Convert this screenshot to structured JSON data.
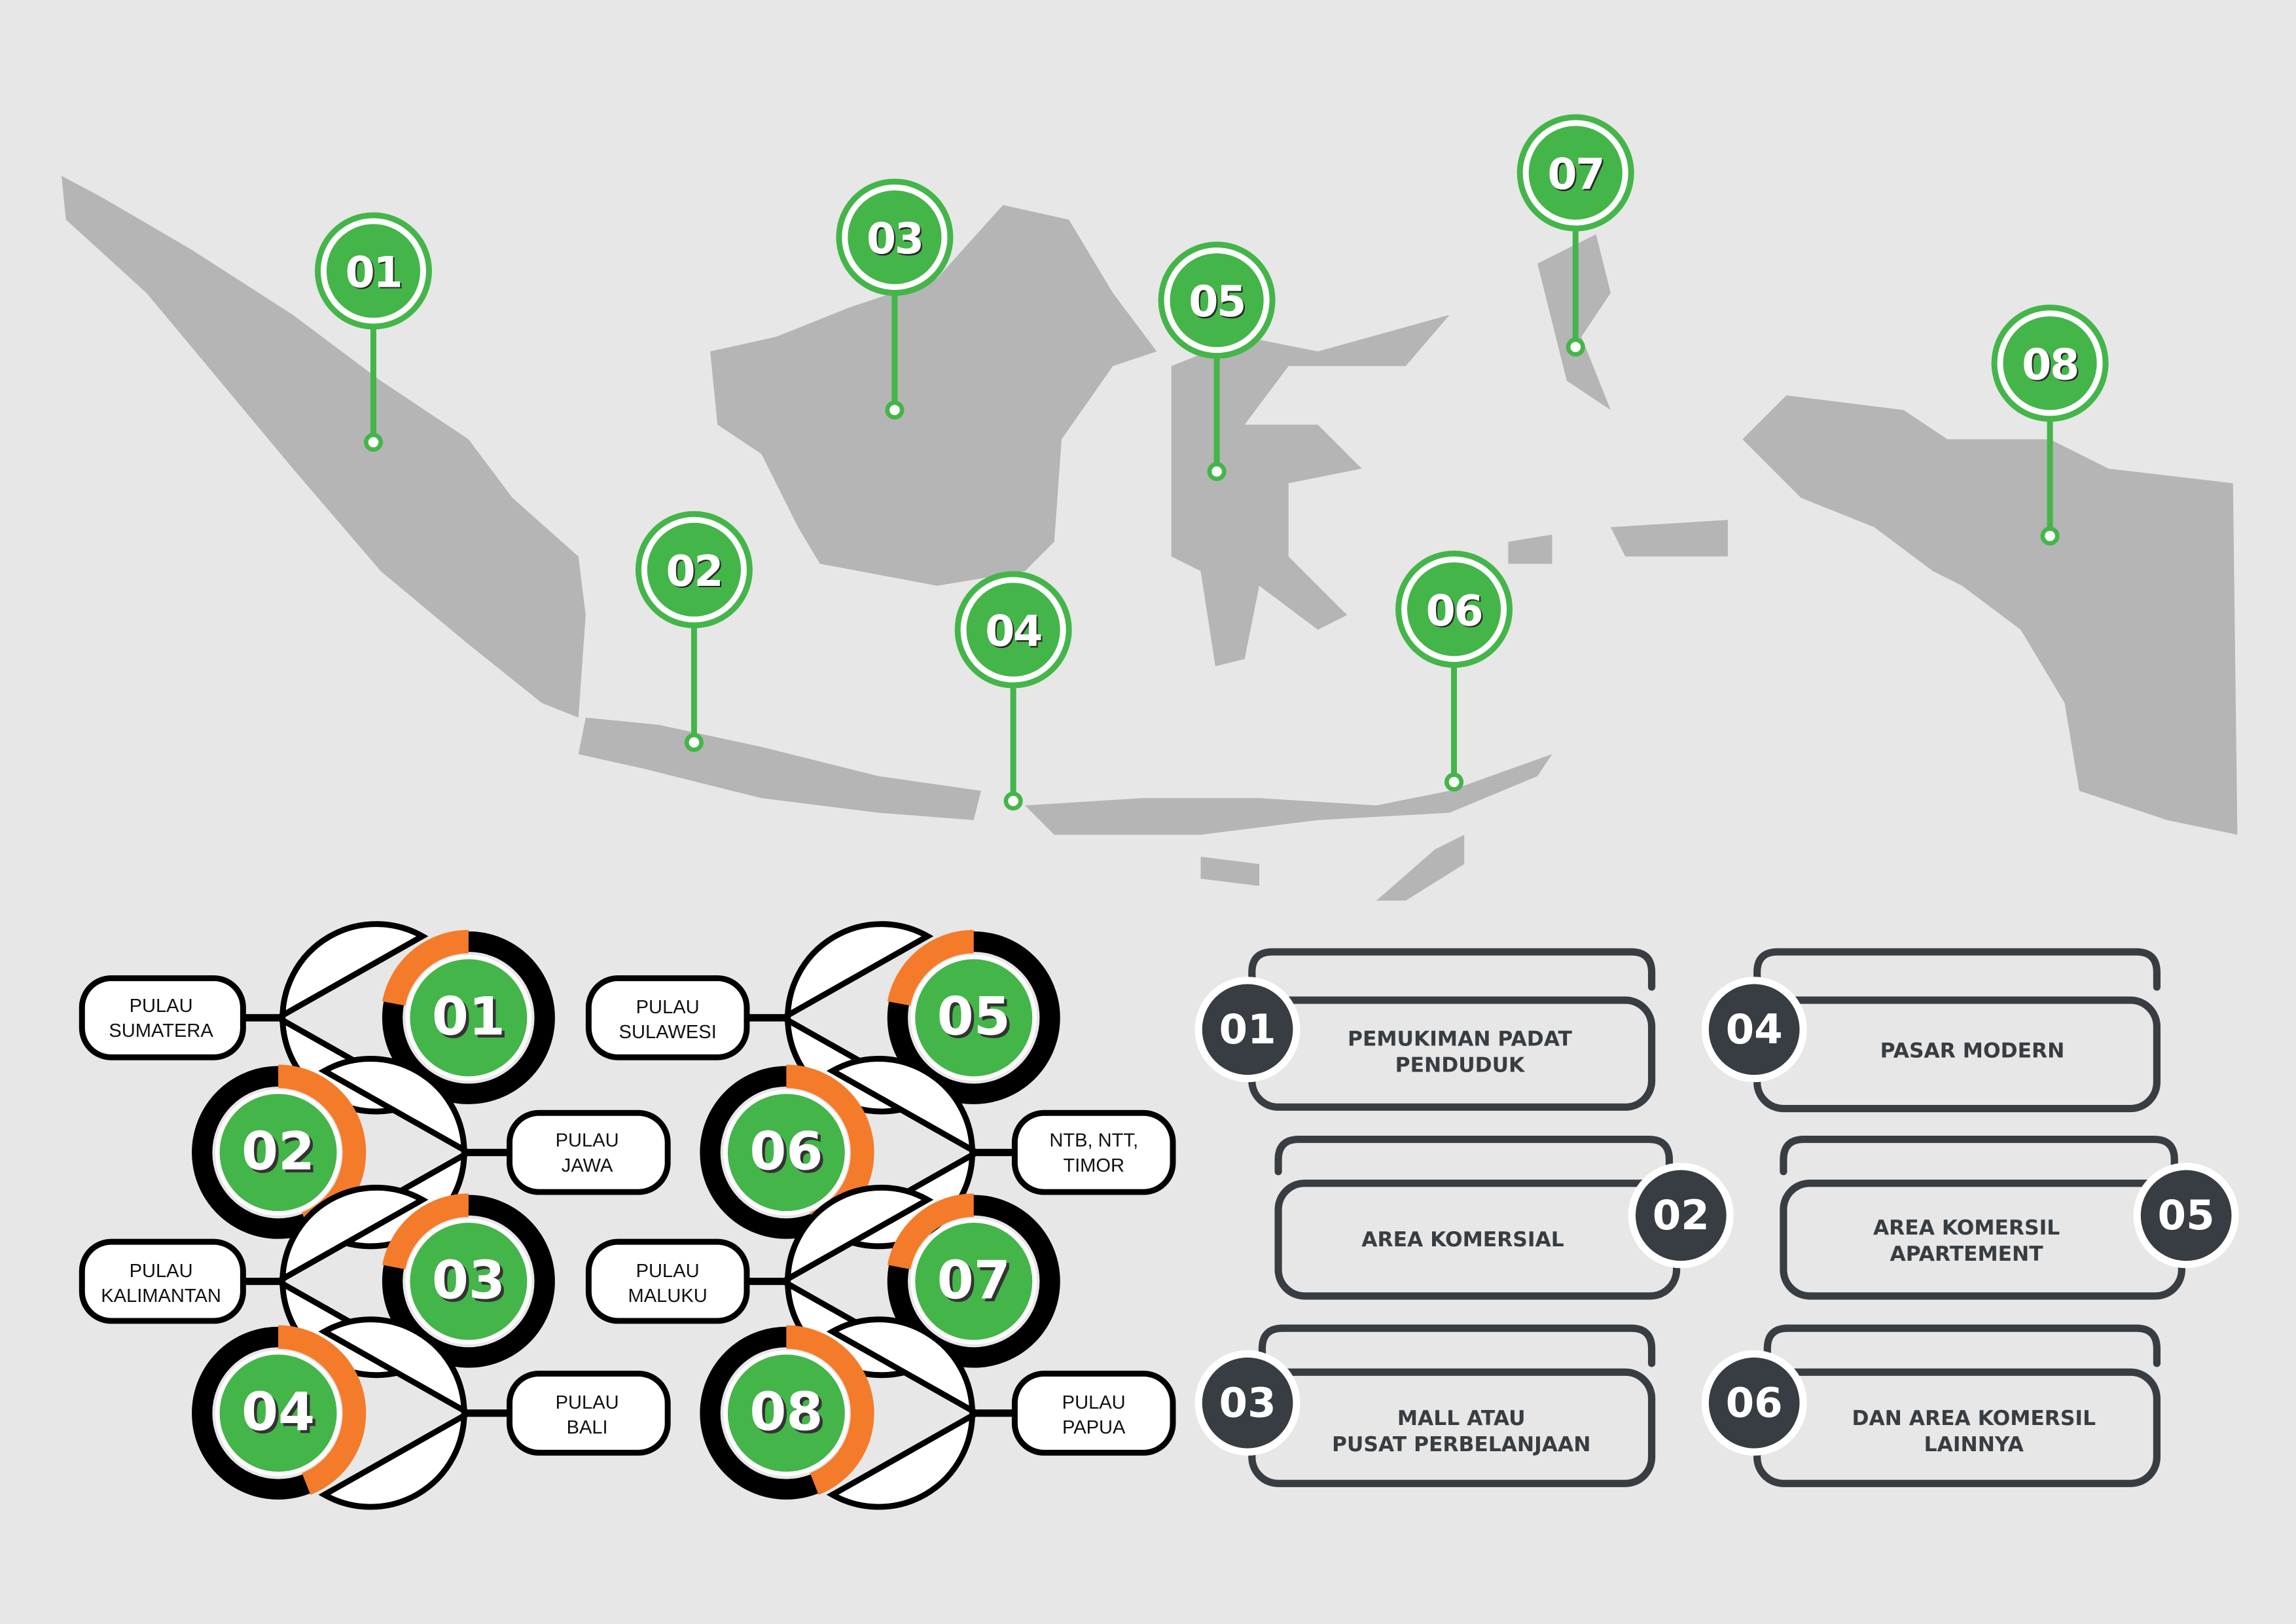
{
  "colors": {
    "background": "#e6e7e6",
    "land": "#b5b5b5",
    "green": "#44b549",
    "orange": "#f47b2a",
    "dark": "#373d42",
    "black": "#000000"
  },
  "map_pins": [
    {
      "num": "01"
    },
    {
      "num": "02"
    },
    {
      "num": "03"
    },
    {
      "num": "04"
    },
    {
      "num": "05"
    },
    {
      "num": "06"
    },
    {
      "num": "07"
    },
    {
      "num": "08"
    }
  ],
  "islands": [
    {
      "num": "01",
      "label": "PULAU\nSUMATERA",
      "progress": 0.22
    },
    {
      "num": "02",
      "label": "PULAU\nJAWA",
      "progress": 0.44
    },
    {
      "num": "03",
      "label": "PULAU\nKALIMANTAN",
      "progress": 0.22
    },
    {
      "num": "04",
      "label": "PULAU\nBALI",
      "progress": 0.44
    },
    {
      "num": "05",
      "label": "PULAU\nSULAWESI",
      "progress": 0.22
    },
    {
      "num": "06",
      "label": "NTB, NTT,\nTIMOR",
      "progress": 0.44
    },
    {
      "num": "07",
      "label": "PULAU\nMALUKU",
      "progress": 0.22
    },
    {
      "num": "08",
      "label": "PULAU\nPAPUA",
      "progress": 0.44
    }
  ],
  "categories": [
    {
      "num": "01",
      "label": "PEMUKIMAN PADAT\nPENDUDUK"
    },
    {
      "num": "02",
      "label": "AREA KOMERSIAL"
    },
    {
      "num": "03",
      "label": "MALL ATAU\nPUSAT PERBELANJAAN"
    },
    {
      "num": "04",
      "label": "PASAR MODERN"
    },
    {
      "num": "05",
      "label": "AREA KOMERSIL\nAPARTEMENT"
    },
    {
      "num": "06",
      "label": "DAN AREA KOMERSIL\nLAINNYA"
    }
  ]
}
